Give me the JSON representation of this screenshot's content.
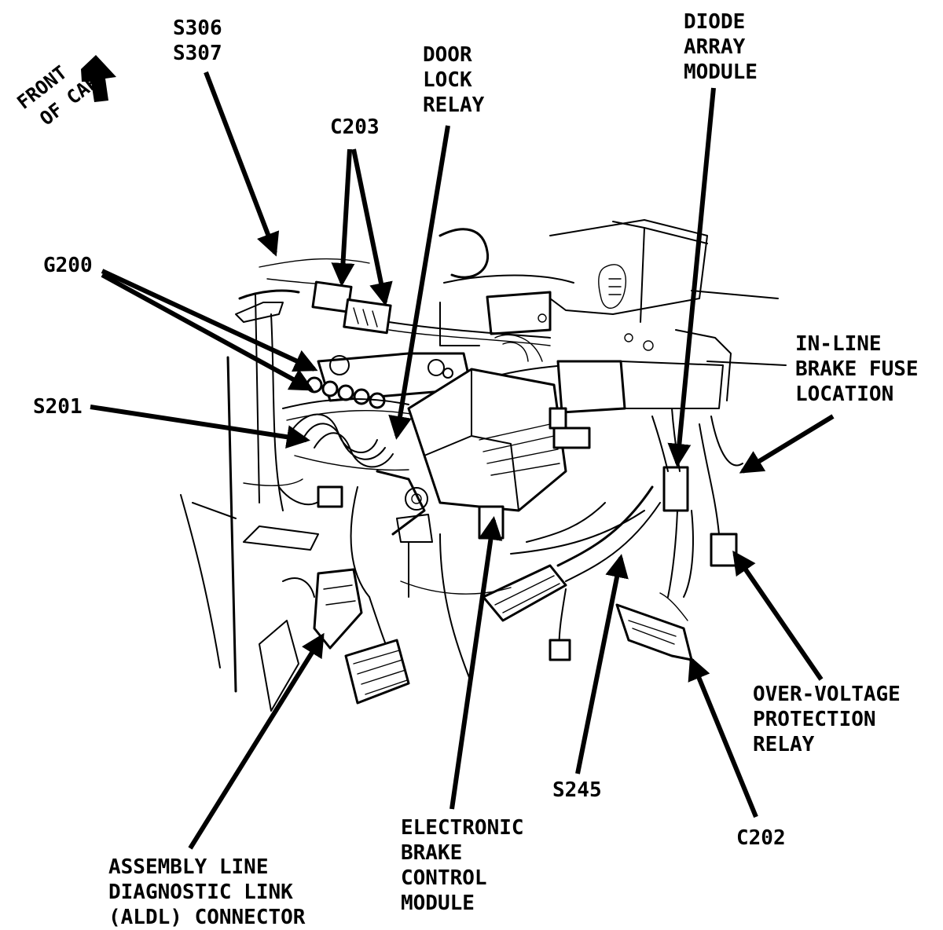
{
  "front_indicator": [
    "FRONT",
    "OF CAR"
  ],
  "labels": {
    "s306_s307": [
      "S306",
      "S307"
    ],
    "c203": "C203",
    "door_lock_relay": [
      "DOOR",
      "LOCK",
      "RELAY"
    ],
    "diode_array_module": [
      "DIODE",
      "ARRAY",
      "MODULE"
    ],
    "g200": "G200",
    "s201": "S201",
    "in_line_brake_fuse": [
      "IN-LINE",
      "BRAKE FUSE",
      "LOCATION"
    ],
    "over_voltage_relay": [
      "OVER-VOLTAGE",
      "PROTECTION",
      "RELAY"
    ],
    "s245": "S245",
    "c202": "C202",
    "ebcm": [
      "ELECTRONIC",
      "BRAKE",
      "CONTROL",
      "MODULE"
    ],
    "aldl": [
      "ASSEMBLY LINE",
      "DIAGNOSTIC LINK",
      "(ALDL) CONNECTOR"
    ]
  }
}
